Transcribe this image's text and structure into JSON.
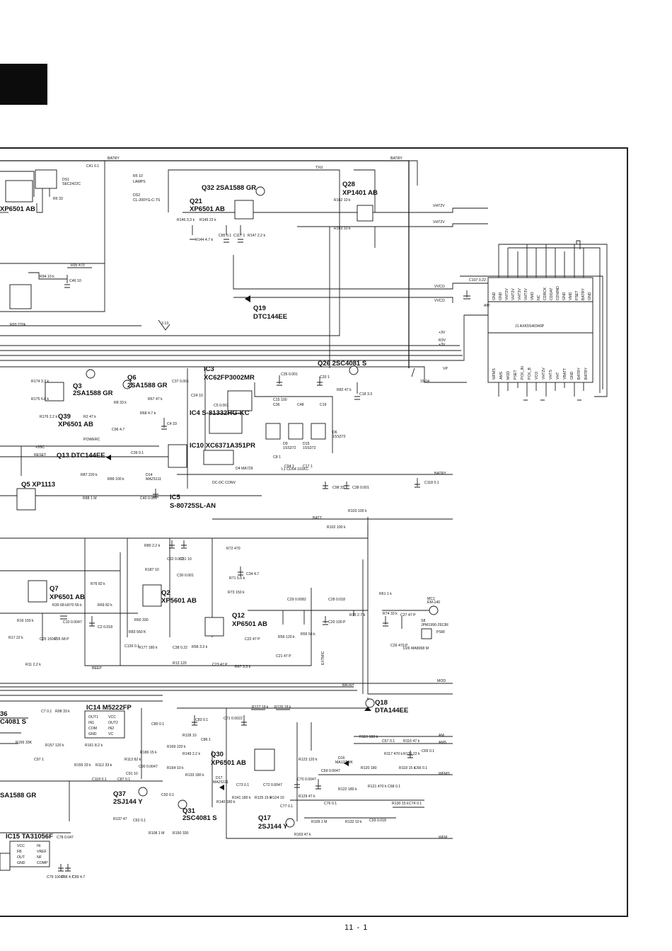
{
  "page_number": "11 - 1",
  "connector": {
    "name": "J1 AXK5S40340P",
    "pins_top": [
      "GND",
      "GND",
      "VHT2V",
      "VHT2V",
      "VHT3V",
      "VHT3V",
      "VMO",
      "NC",
      "CDBCK",
      "CDDAT",
      "CDWND",
      "GND",
      "VMD",
      "PSET",
      "BATRY",
      "GND"
    ],
    "pins_bottom": [
      "WFMS",
      "AMS",
      "MOD",
      "PSET",
      "PCK_IN",
      "PCK_B",
      "VCO",
      "VHT2V",
      "VHTS",
      "VHT",
      "VBATT",
      "GND",
      "BATRY",
      "BATRY"
    ]
  },
  "net_labels": {
    "batry": "BATRY",
    "txu": "TXU",
    "vht2v_a": "VHT2V",
    "vht2v_b": "VHT2V",
    "vvco_a": "VVCO",
    "vvco_b": "VVCO",
    "plus3v": "+3V",
    "r3v": "R3V",
    "p3v": "+3V",
    "vp": "VP",
    "batry2": "BATRY",
    "batt": "BATT",
    "mod": "MOD",
    "batry3": "BATRY",
    "am": "AM",
    "ams": "AMS",
    "wfms": "WFMS",
    "wfm": "WFM",
    "powerc": "POWERC",
    "reset": "RESET",
    "plus3sc": "+3SC",
    "beep": "BEEP",
    "ectmic": "EXTMIC",
    "dcdc": "DC-DC CONV",
    "ss313": "3.13",
    "ss1504": "15.04",
    "am_j": "AM",
    "c107": "C107 0.22"
  },
  "components": {
    "q32": "Q32 2SA1588 GR",
    "q28": "Q28",
    "q28b": "XP1401 AB",
    "q21": "Q21",
    "q21b": "XP6501 AB",
    "q19": "Q19",
    "q19b": "DTC144EE",
    "ic3": "IC3",
    "ic3b": "XC62FP3002MR",
    "q26": "Q26 2SC4081 S",
    "ic4": "IC4 S-81332HG-KC",
    "ic10": "IC10 XC6371A351PR",
    "q6": "Q6",
    "q6b": "2SA1588 GR",
    "q3": "Q3",
    "q3b": "2SA1588 GR",
    "q39": "Q39",
    "q39b": "XP6501 AB",
    "q13": "Q13 DTC144EE",
    "q5": "Q5 XP1113",
    "ic5": "IC5",
    "ic5b": "S-80725SL-AN",
    "q7": "Q7",
    "q7b": "XP6501 AB",
    "q2": "Q2",
    "q2b": "XP5601 AB",
    "q12": "Q12",
    "q12b": "XP6501 AB",
    "ic14": "IC14 M5222FP",
    "q18": "Q18",
    "q18b": "DTA144EE",
    "q30": "Q30",
    "q30b": "XP6501 AB",
    "q37": "Q37",
    "q37b": "2SJ144 Y",
    "q31": "Q31",
    "q31b": "2SC4081 S",
    "q17": "Q17",
    "q17b": "2SJ144 Y",
    "ic15": "IC15 TA31056F",
    "xp6501_top": "XP6501 AB",
    "sa1588": "SA1588 GR",
    "c4081": "C4081 S",
    "r36": "36",
    "ds1": "DS1",
    "ds1b": "SEC2422C",
    "ds2": "DS2",
    "ds2b": "CL-200YG-C-TS",
    "r510": "R5 10",
    "lamps": "LAMPS",
    "mc1": "MC1",
    "mc1b": "EM-140",
    "s8": "S8",
    "s8b": "JPM1990-2913R",
    "psw": "PSW",
    "d4": "D4 MA729",
    "l1": "L1 CD54-101KC",
    "d14": "D14",
    "d14b": "MA2S111",
    "d16": "D16",
    "d16b": "MA132WK",
    "d17": "D17",
    "d17b": "MA2S111",
    "d26": "D26 MA8068 M",
    "d9": "D9",
    "d15": "D15",
    "d6": "D6",
    "d1ss372": "1SS372",
    "ic14_pins_l": [
      "OUT1",
      "IN1",
      "COM",
      "GND"
    ],
    "ic14_pins_r": [
      "VCC",
      "OUT2",
      "IN2",
      "VC"
    ],
    "ic15_pins_l": [
      "VCC",
      "FB",
      "OUT",
      "GND"
    ],
    "ic15_pins_r": [
      "IN",
      "VREF",
      "NF",
      "COMP"
    ]
  },
  "passives": [
    "R162 10 k",
    "R163 10 k",
    "R146 3.3 k",
    "R145 22 k",
    "R144 4.7 k",
    "C85 0.1",
    "C117 1",
    "R147 2.2 k",
    "C41 0.1",
    "R6 33",
    "R94 10 k",
    "R95 470",
    "C46 10",
    "R93 220k",
    "R174 3.3 k",
    "R175 6.8 k",
    "R176 2.2 k",
    "R8 33 k",
    "R2 47 k",
    "C96 4.7",
    "R68 4.7 k",
    "R67 47 k",
    "C37 0.001",
    "C4 33",
    "C35 0.001",
    "C33 1",
    "R82 47 k",
    "C18 3.3",
    "C24 10",
    "C5 0.001",
    "C15 100",
    "C36",
    "C48",
    "C19",
    "C8 1",
    "C94 1",
    "C17 1",
    "C98 33",
    "C38 0.001",
    "C118 0.1",
    "C39 0.1",
    "R87 220 k",
    "R89 100 k",
    "R88 1 M",
    "C40 0.001",
    "R103 100 k",
    "R102 100 k",
    "R80 2.2 k",
    "C32 0.001",
    "C31 10",
    "R72 470",
    "R187 10",
    "C30 0.001",
    "R71 5.6 k",
    "C34 4.7",
    "R73 150 k",
    "R76 82 k",
    "R30 68 k",
    "R70 56 k",
    "R69 82 k",
    "C10 0.0047",
    "C2 0.018",
    "R16 150 k",
    "R17 22 k",
    "C25 150 P",
    "C26 68 P",
    "R11 2.2 k",
    "R83 560 K",
    "R60 330",
    "R177 180 k",
    "C126 0.1",
    "C38 0.22",
    "R13 120",
    "R58 3.3 k",
    "C22 47 P",
    "C23 47 P",
    "R67 3.3 k",
    "C21 47 P",
    "C29 0.0082",
    "C28 0.018",
    "R15 2.7 k",
    "R56 120 k",
    "R55 56 k",
    "C20 100 P",
    "R61 1 k",
    "R74 33 k",
    "C27 47 P",
    "C26 470 P",
    "C7 0.1",
    "R98 33 k",
    "C80 0.1",
    "R156 33K",
    "R157 120 k",
    "C97 1",
    "R161 8.2 k",
    "R159 33 k",
    "R112 33 k",
    "C118 0.1",
    "C87 0.1",
    "R113 82 k",
    "R186 15 k",
    "C90 0.0047",
    "C91 10",
    "C92 0.1",
    "R137 47",
    "C62 0.1",
    "R108 1 M",
    "R150 330",
    "C83 0.1",
    "R128 10",
    "R169 220 k",
    "R149 2.2 k",
    "R164 10 k",
    "R133 180 k",
    "C86 1",
    "C71 0.0022",
    "R127 18 k",
    "R126 18 k",
    "R123 120 k",
    "C72 0.0047",
    "C70 0.0047",
    "C69 0.0047",
    "R129 47 k",
    "R140 180 k",
    "R141 180 k",
    "C73 0.1",
    "R125 15 k",
    "R124 10",
    "C77 0.1",
    "R119 180 k",
    "C67 0.1",
    "R116 47 k",
    "R117 470 k",
    "R136 22 k",
    "C65 0.1",
    "R122 180 k",
    "R120 180",
    "R121 470 k",
    "C68 0.1",
    "R118 15 k",
    "C66 0.1",
    "C76 0.1",
    "R132 10 k",
    "C93 0.018",
    "R130 15 k",
    "C74 0.1",
    "R109 1 M",
    "R163 47 k",
    "C78 0.047",
    "C79 100 P",
    "C88 4.7",
    "C89 4.7"
  ]
}
